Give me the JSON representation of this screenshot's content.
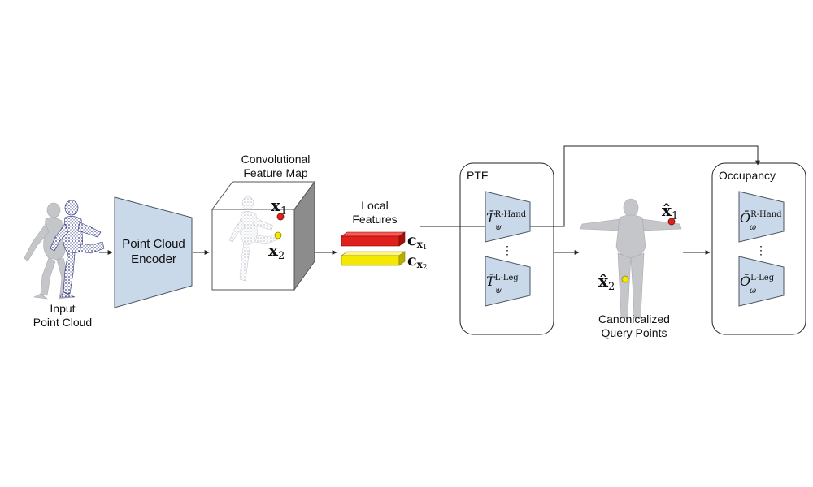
{
  "input": {
    "line1": "Input",
    "line2": "Point Cloud"
  },
  "encoder": {
    "line1": "Point Cloud",
    "line2": "Encoder"
  },
  "feature_map": {
    "line1": "Convolutional",
    "line2": "Feature Map",
    "x1": "x",
    "x1_sub": "1",
    "x2": "x",
    "x2_sub": "2"
  },
  "local_features": {
    "line1": "Local",
    "line2": "Features",
    "c_base": "c",
    "c1_sub_x": "x",
    "c1_sub_n": "1",
    "c2_sub_x": "x",
    "c2_sub_n": "2"
  },
  "ptf": {
    "title": "PTF",
    "top_sym": "T̄",
    "top_sub": "ψ",
    "top_sup": "R-Hand",
    "dots": "⋮",
    "bottom_sym": "T̄",
    "bottom_sub": "ψ",
    "bottom_sup": "L-Leg"
  },
  "canonical": {
    "line1": "Canonicalized",
    "line2": "Query Points",
    "x1": "x̂",
    "x1_sub": "1",
    "x2": "x̂",
    "x2_sub": "2"
  },
  "occupancy": {
    "title": "Occupancy",
    "top_sym": "Ō",
    "top_sub": "ω",
    "top_sup": "R-Hand",
    "dots": "⋮",
    "bottom_sym": "Ō",
    "bottom_sub": "ω",
    "bottom_sup": "L-Leg"
  },
  "colors": {
    "block_fill": "#c9d9ea",
    "block_stroke": "#4a5560",
    "red_point": "#e0201a",
    "yellow_point": "#f5e800",
    "cube_side": "#8c8c8c",
    "body_gray": "#c4c6c9",
    "pointcloud_blue": "#3a3f8c"
  },
  "icons": [
    "input-figures-image",
    "cube-feature-map",
    "red-feature-bar",
    "yellow-feature-bar",
    "canonical-body-image"
  ]
}
